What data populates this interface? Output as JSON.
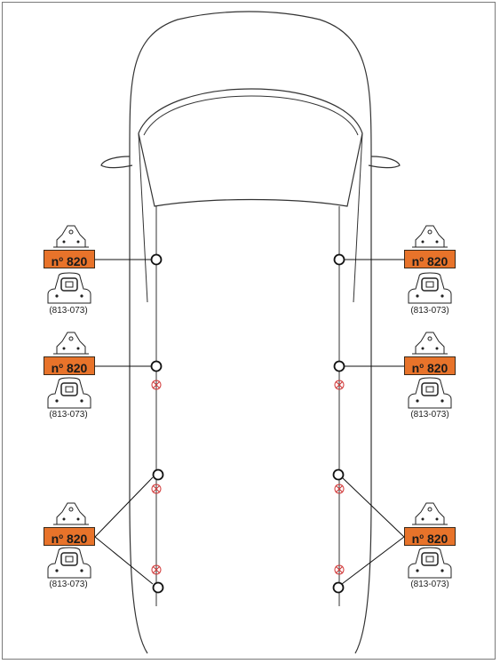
{
  "placements": [
    {
      "side": "left",
      "row": "front",
      "prefix": "n",
      "sup": "o",
      "number": "820",
      "code": "(813-073)"
    },
    {
      "side": "right",
      "row": "front",
      "prefix": "n",
      "sup": "o",
      "number": "820",
      "code": "(813-073)"
    },
    {
      "side": "left",
      "row": "middle",
      "prefix": "n",
      "sup": "o",
      "number": "820",
      "code": "(813-073)"
    },
    {
      "side": "right",
      "row": "middle",
      "prefix": "n",
      "sup": "o",
      "number": "820",
      "code": "(813-073)"
    },
    {
      "side": "left",
      "row": "rear",
      "prefix": "n",
      "sup": "o",
      "number": "820",
      "code": "(813-073)"
    },
    {
      "side": "right",
      "row": "rear",
      "prefix": "n",
      "sup": "o",
      "number": "820",
      "code": "(813-073)"
    }
  ],
  "colors": {
    "tag_fill": "#e8732a",
    "car_outline": "#333333",
    "mount_point": "#111111",
    "excluded_point": "#d23a3a"
  }
}
